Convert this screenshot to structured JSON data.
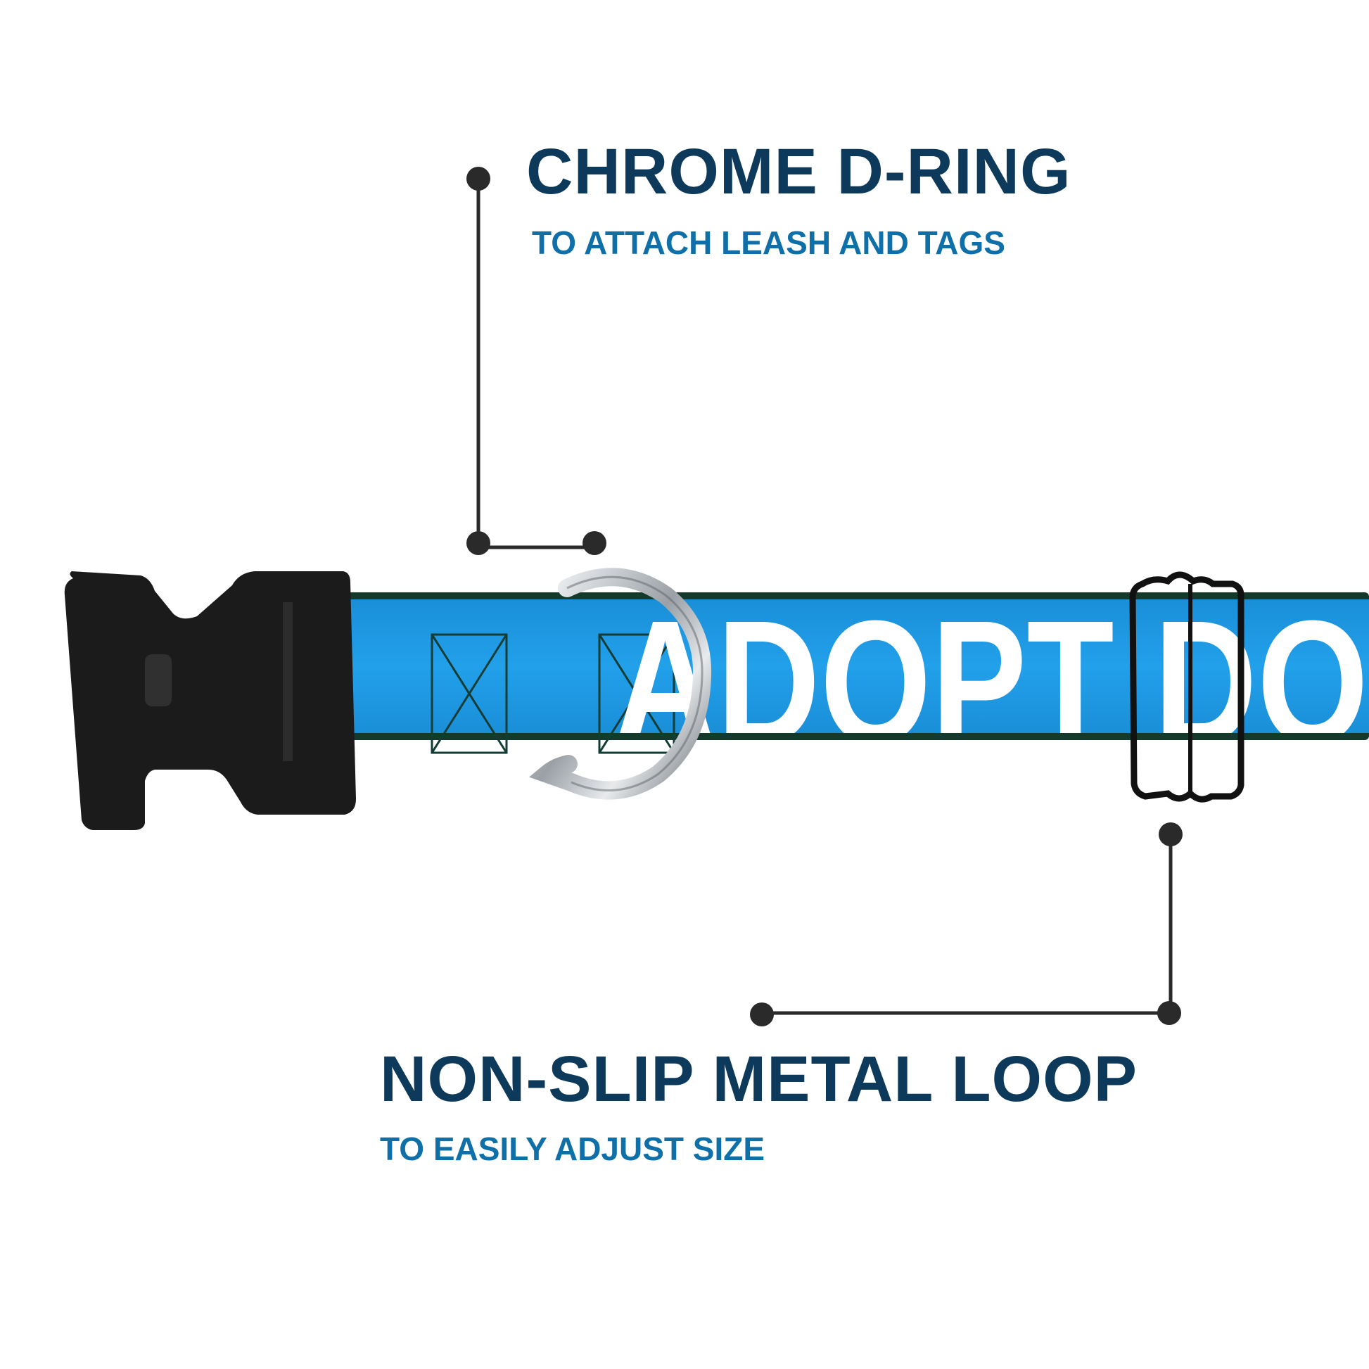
{
  "callouts": {
    "d_ring": {
      "title": "CHROME D-RING",
      "subtitle": "TO ATTACH LEASH AND TAGS"
    },
    "metal_loop": {
      "title": "NON-SLIP METAL LOOP",
      "subtitle": "TO EASILY ADJUST SIZE"
    }
  },
  "collar": {
    "print_text": "ADOPT DON",
    "strap_color": "#1e9be6",
    "buckle_color": "#1b1b1b",
    "print_color": "#ffffff",
    "ring_color": "#c9cdd1",
    "loop_color": "#111111"
  },
  "colors": {
    "title": "#0d3a5a",
    "subtitle": "#0f6fa8",
    "leader_line": "#2a2a2a"
  },
  "icons": {
    "buckle": "side-release-buckle-icon",
    "ring": "d-ring-icon",
    "loop": "slide-loop-icon",
    "stitch": "box-x-stitch-icon"
  }
}
